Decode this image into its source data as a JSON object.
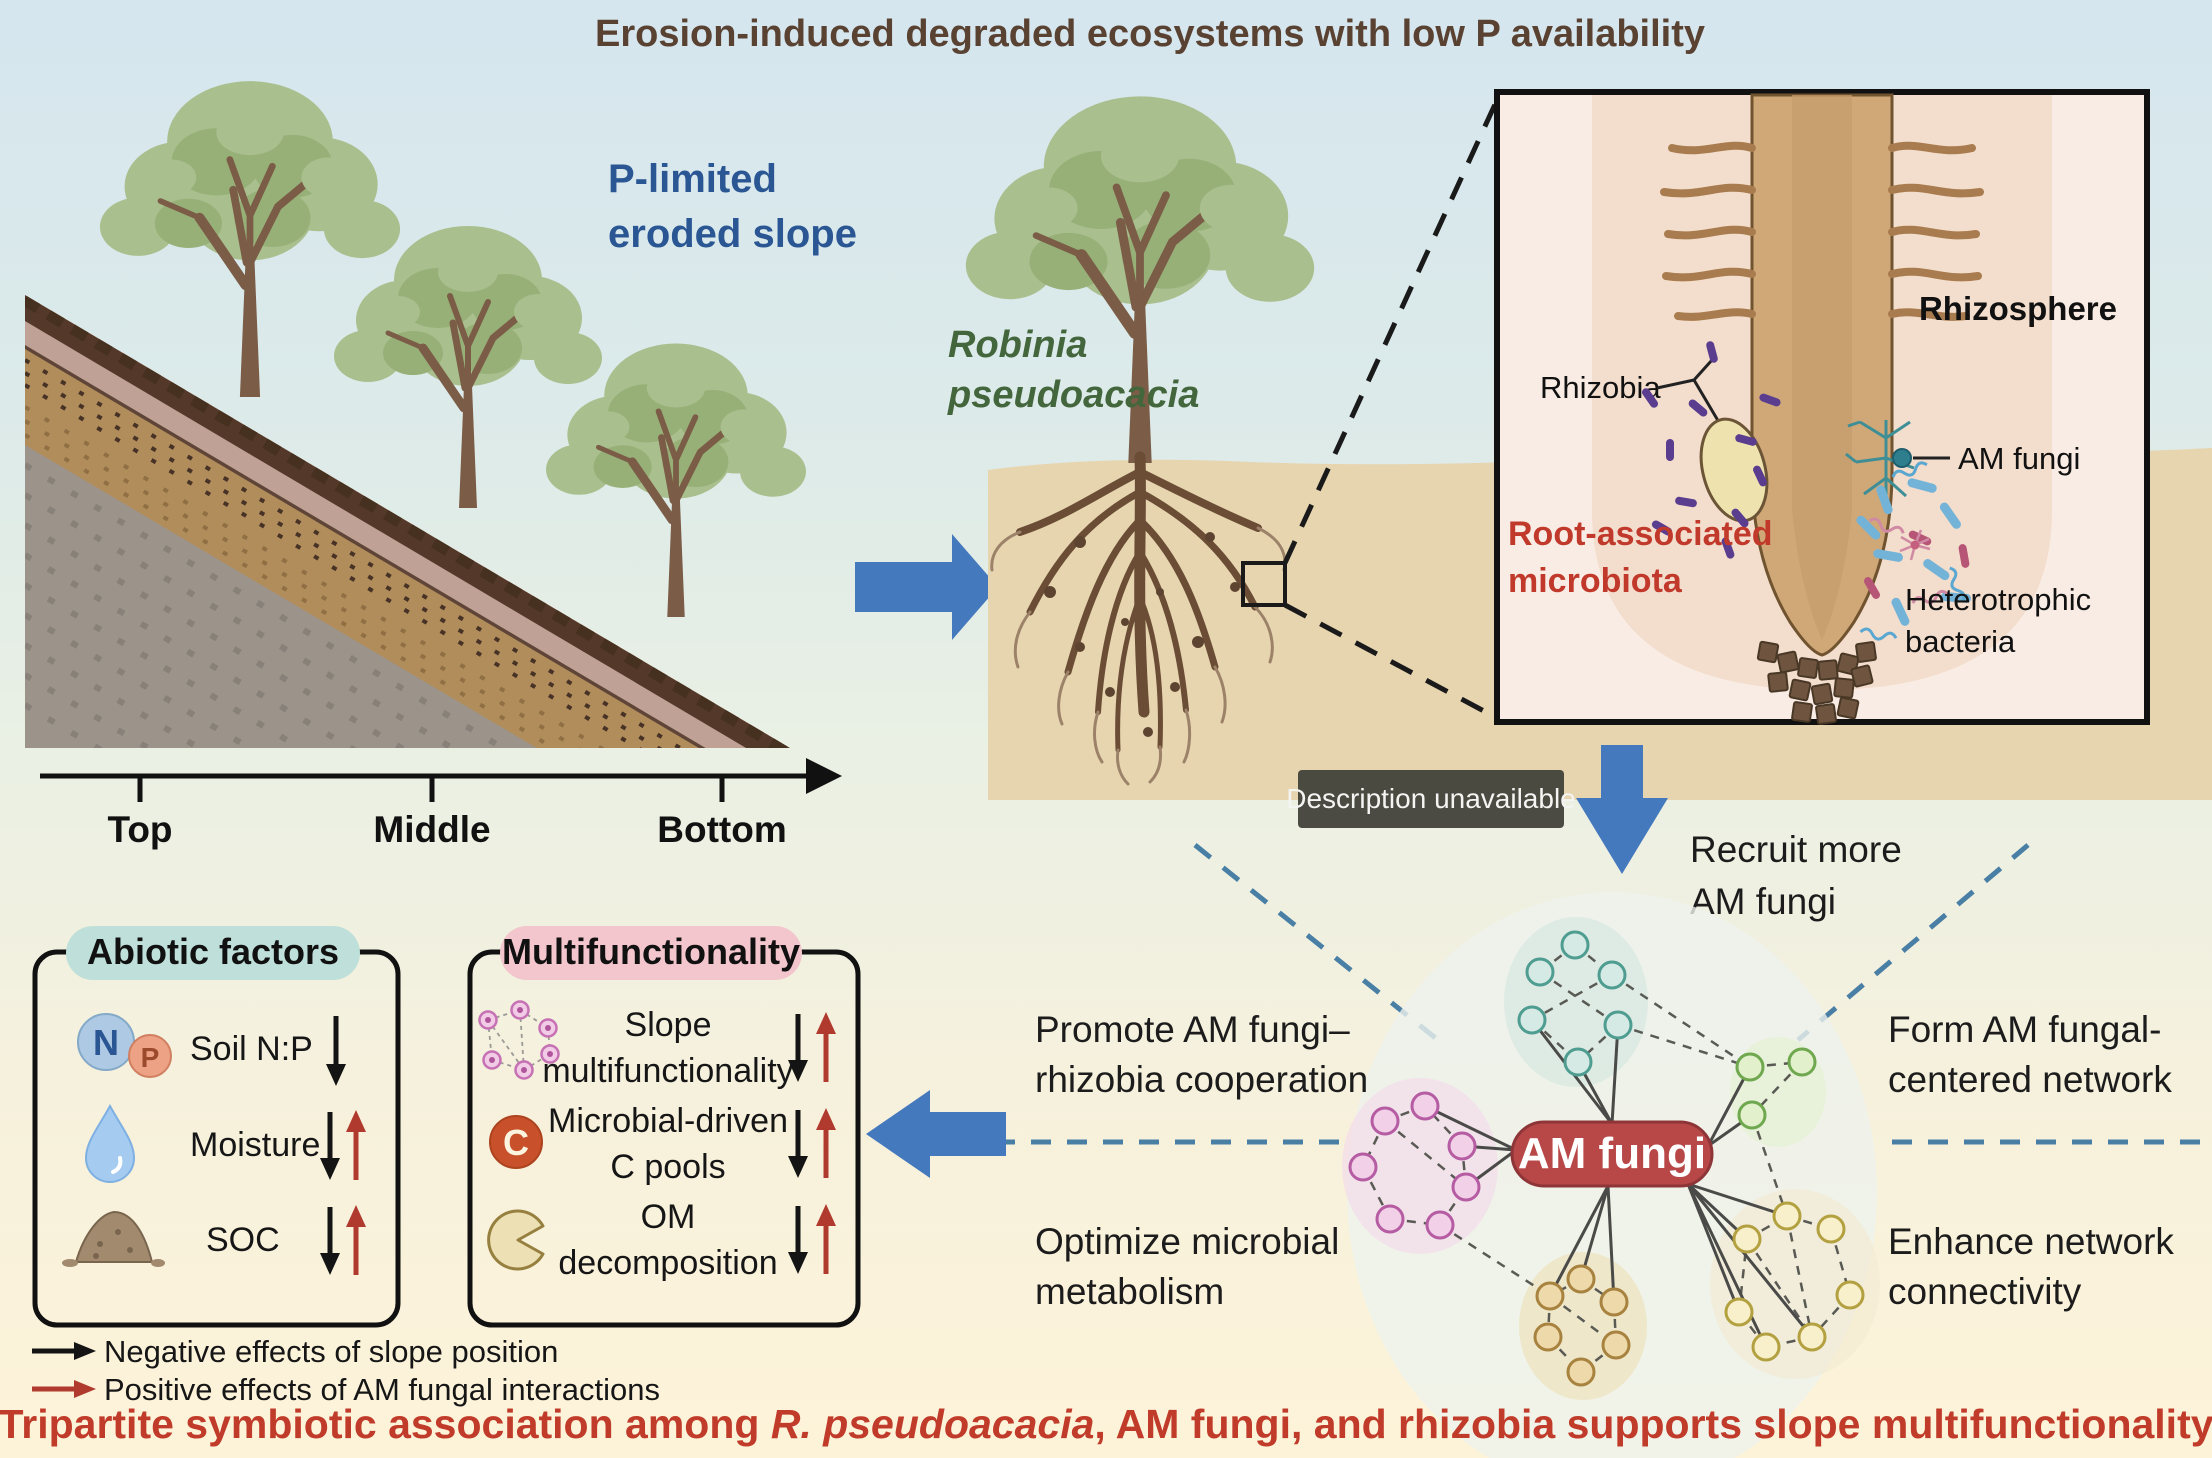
{
  "title": "Erosion-induced degraded ecosystems with low P availability",
  "slope": {
    "label_line1": "P-limited",
    "label_line2": "eroded slope",
    "ticks": [
      "Top",
      "Middle",
      "Bottom"
    ]
  },
  "species": {
    "line1": "Robinia",
    "line2": "pseudoacacia"
  },
  "inset": {
    "rhizosphere_label": "Rhizosphere",
    "rhizobia_label": "Rhizobia",
    "am_fungi_label": "AM fungi",
    "root_assoc_line1": "Root-associated",
    "root_assoc_line2": "microbiota",
    "hetero_line1": "Heterotrophic",
    "hetero_line2": "bacteria"
  },
  "tooltip": {
    "text": "Description unavailable"
  },
  "flow": {
    "recruit_line1": "Recruit more",
    "recruit_line2": "AM fungi",
    "promote_line1": "Promote AM fungi–",
    "promote_line2": "rhizobia cooperation",
    "form_line1": "Form AM fungal-",
    "form_line2": "centered network",
    "optimize_line1": "Optimize microbial",
    "optimize_line2": "metabolism",
    "enhance_line1": "Enhance network",
    "enhance_line2": "connectivity"
  },
  "network": {
    "hub_label": "AM fungi"
  },
  "abiotic": {
    "header": "Abiotic factors",
    "n_letter": "N",
    "p_letter": "P",
    "rows": [
      {
        "label": "Soil N:P",
        "icon": "nitrogen-phosphorus-icon",
        "effects": "negative"
      },
      {
        "label": "Moisture",
        "icon": "water-droplet-icon",
        "effects": "negative-positive"
      },
      {
        "label": "SOC",
        "icon": "soil-mound-icon",
        "effects": "negative-positive"
      }
    ]
  },
  "multi": {
    "header": "Multifunctionality",
    "c_letter": "C",
    "rows": [
      {
        "line1": "Slope",
        "line2": "multifunctionality",
        "icon": "network-icon",
        "effects": "negative-positive"
      },
      {
        "line1": "Microbial-driven",
        "line2": "C pools",
        "icon": "carbon-icon",
        "effects": "negative-positive"
      },
      {
        "line1": "OM",
        "line2": "decomposition",
        "icon": "om-decomposition-icon",
        "effects": "negative-positive"
      }
    ]
  },
  "legend": {
    "negative": "Negative effects of slope position",
    "positive": "Positive effects of AM fungal interactions"
  },
  "footer": {
    "part1": "Tripartite symbiotic association among ",
    "italic": "R. pseudoacacia",
    "part2": ", AM fungi, and rhizobia supports slope multifunctionality"
  },
  "colors": {
    "accent_blue_arrow": "#4579bd",
    "hub_red": "#b84848",
    "negative_arrow_black": "#141414",
    "positive_arrow_red": "#b03a2e",
    "red_heading": "#c0392b",
    "tooltip_bg": "#45443c"
  }
}
